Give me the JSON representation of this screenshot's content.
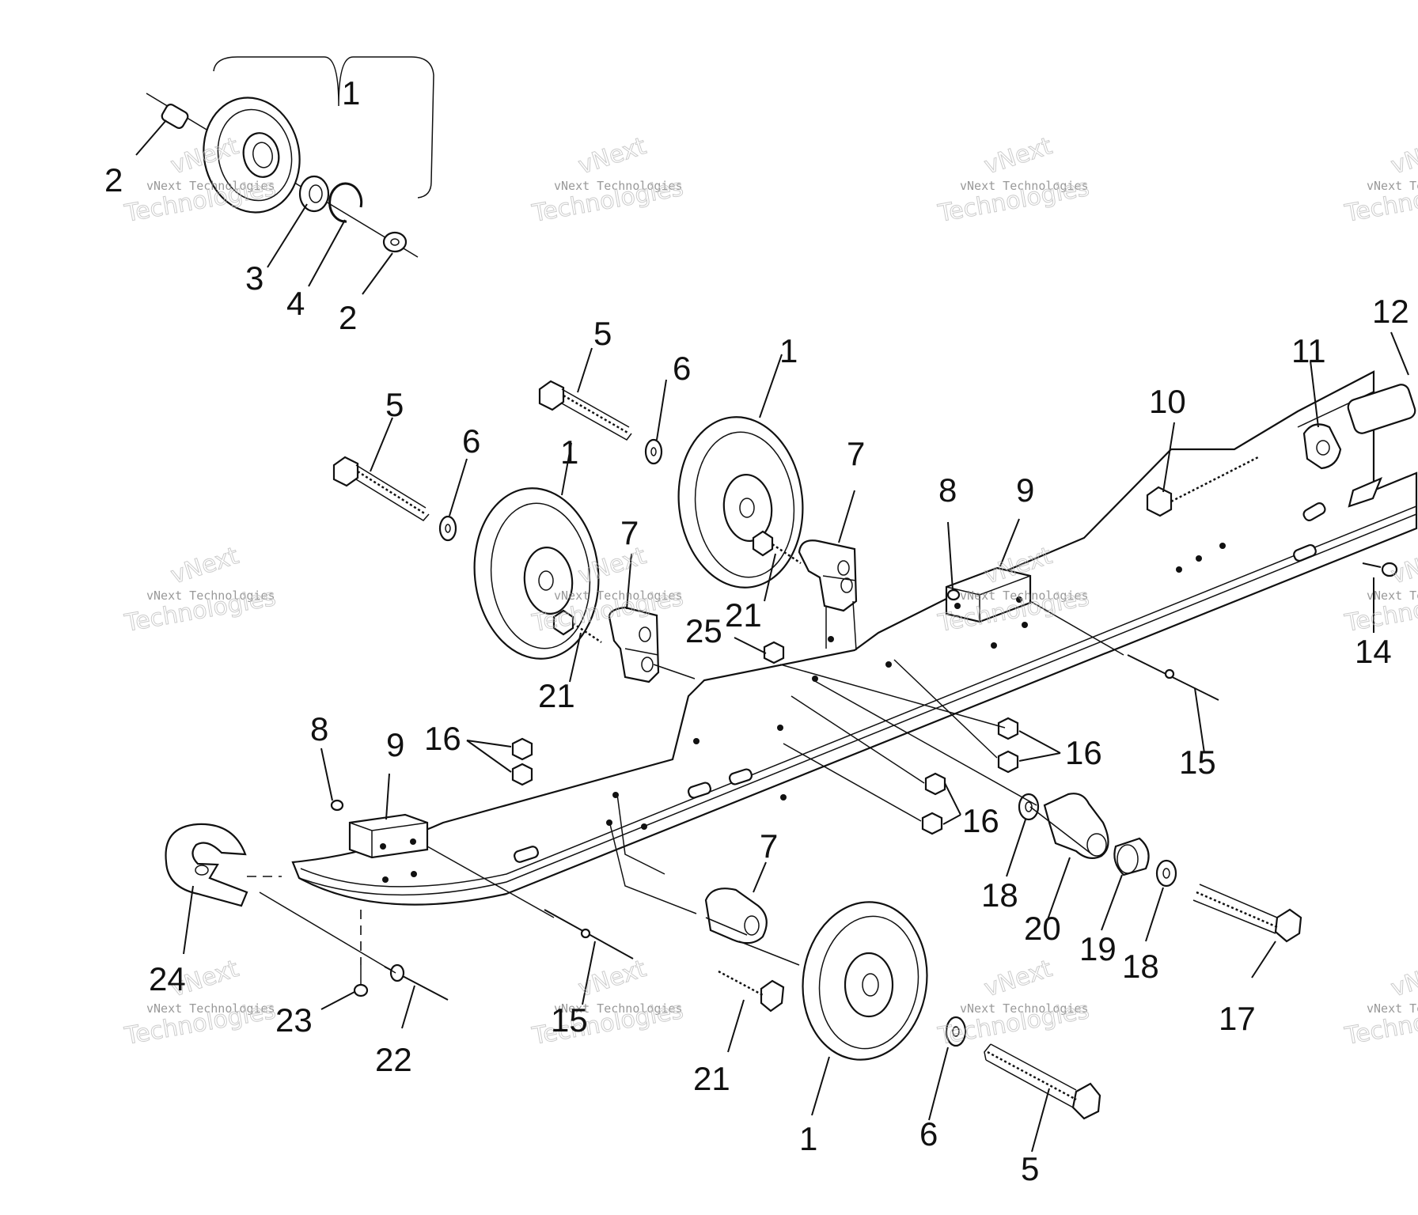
{
  "watermark": {
    "line1": "vNext",
    "line2": "vNext Technologies",
    "line3": "Technologies"
  },
  "callouts": [
    {
      "id": "c-1a",
      "label": "1"
    },
    {
      "id": "c-2a",
      "label": "2"
    },
    {
      "id": "c-3",
      "label": "3"
    },
    {
      "id": "c-4",
      "label": "4"
    },
    {
      "id": "c-2b",
      "label": "2"
    },
    {
      "id": "c-5a",
      "label": "5"
    },
    {
      "id": "c-6a",
      "label": "6"
    },
    {
      "id": "c-1b",
      "label": "1"
    },
    {
      "id": "c-5b",
      "label": "5"
    },
    {
      "id": "c-6b",
      "label": "6"
    },
    {
      "id": "c-1c",
      "label": "1"
    },
    {
      "id": "c-7a",
      "label": "7"
    },
    {
      "id": "c-7b",
      "label": "7"
    },
    {
      "id": "c-21a",
      "label": "21"
    },
    {
      "id": "c-21b",
      "label": "21"
    },
    {
      "id": "c-25",
      "label": "25"
    },
    {
      "id": "c-8a",
      "label": "8"
    },
    {
      "id": "c-9a",
      "label": "9"
    },
    {
      "id": "c-10",
      "label": "10"
    },
    {
      "id": "c-11",
      "label": "11"
    },
    {
      "id": "c-12",
      "label": "12"
    },
    {
      "id": "c-14",
      "label": "14"
    },
    {
      "id": "c-15a",
      "label": "15"
    },
    {
      "id": "c-16a",
      "label": "16"
    },
    {
      "id": "c-16b",
      "label": "16"
    },
    {
      "id": "c-16c",
      "label": "16"
    },
    {
      "id": "c-8b",
      "label": "8"
    },
    {
      "id": "c-9b",
      "label": "9"
    },
    {
      "id": "c-18a",
      "label": "18"
    },
    {
      "id": "c-20",
      "label": "20"
    },
    {
      "id": "c-19",
      "label": "19"
    },
    {
      "id": "c-18b",
      "label": "18"
    },
    {
      "id": "c-17",
      "label": "17"
    },
    {
      "id": "c-7c",
      "label": "7"
    },
    {
      "id": "c-24",
      "label": "24"
    },
    {
      "id": "c-23",
      "label": "23"
    },
    {
      "id": "c-22",
      "label": "22"
    },
    {
      "id": "c-15b",
      "label": "15"
    },
    {
      "id": "c-21c",
      "label": "21"
    },
    {
      "id": "c-1d",
      "label": "1"
    },
    {
      "id": "c-6c",
      "label": "6"
    },
    {
      "id": "c-5c",
      "label": "5"
    }
  ]
}
